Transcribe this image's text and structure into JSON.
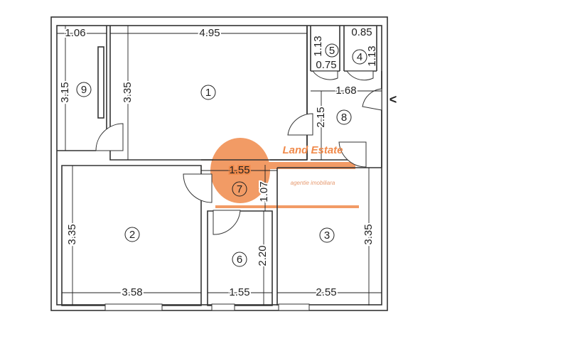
{
  "plan": {
    "rooms": [
      {
        "id": "1"
      },
      {
        "id": "2"
      },
      {
        "id": "3"
      },
      {
        "id": "4"
      },
      {
        "id": "5"
      },
      {
        "id": "6"
      },
      {
        "id": "7"
      },
      {
        "id": "8"
      },
      {
        "id": "9"
      }
    ],
    "dimensions": {
      "r9_width": "1.06",
      "r9_height": "3.15",
      "r1_width": "4.95",
      "r1_height": "3.35",
      "r5_height": "1.13",
      "r5_width": "0.75",
      "r4_width": "0.85",
      "r4_height": "1.13",
      "r8_width": "1.68",
      "r8_height": "2.15",
      "r7_width": "1.55",
      "r7_height": "1.07",
      "r2_height": "3.35",
      "r2_width": "3.58",
      "r6_height": "2.20",
      "r6_width": "1.55",
      "r3_height": "3.35",
      "r3_width": "2.55"
    },
    "entrance_marker": "<"
  },
  "watermark": {
    "brand": "Land Estate",
    "tagline": "agentie imobiliara",
    "color": "#f08a4b"
  }
}
